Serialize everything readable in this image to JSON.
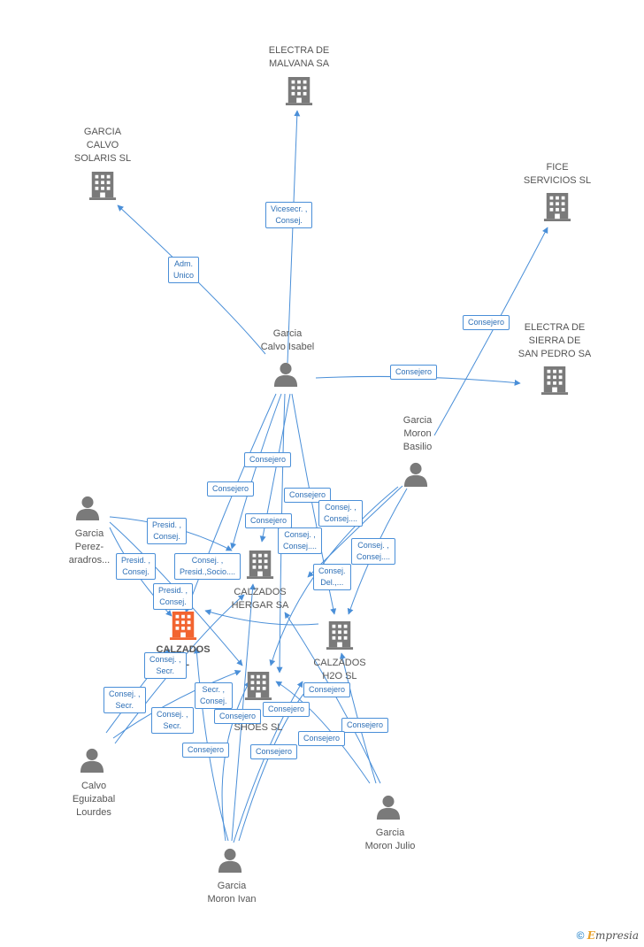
{
  "colors": {
    "edge": "#4a8fd8",
    "node": "#7a7a7a",
    "highlight": "#f26430",
    "label_text": "#2d6fb6"
  },
  "nodes": [
    {
      "id": "electra_malvana",
      "kind": "company",
      "lines": [
        "ELECTRA DE",
        "MALVANA SA"
      ]
    },
    {
      "id": "garcia_calvo_solaris",
      "kind": "company",
      "lines": [
        "GARCIA",
        "CALVO",
        "SOLARIS SL"
      ]
    },
    {
      "id": "fice",
      "kind": "company",
      "lines": [
        "FICE",
        "SERVICIOS SL"
      ]
    },
    {
      "id": "electra_sierra",
      "kind": "company",
      "lines": [
        "ELECTRA DE",
        "SIERRA DE",
        "SAN PEDRO SA"
      ]
    },
    {
      "id": "garcia_calvo_isabel",
      "kind": "person",
      "lines": [
        "Garcia",
        "Calvo Isabel"
      ]
    },
    {
      "id": "garcia_moron_basilio",
      "kind": "person",
      "lines": [
        "Garcia",
        "Moron",
        "Basilio"
      ]
    },
    {
      "id": "garcia_perez",
      "kind": "person",
      "lines": [
        "Garcia",
        "Perez-",
        "aradros..."
      ]
    },
    {
      "id": "calzados_hergar",
      "kind": "company",
      "lines": [
        "CALZADOS",
        "HERGAR SA"
      ]
    },
    {
      "id": "calzados_main",
      "kind": "main",
      "lines": [
        "CALZADOS",
        "SL"
      ]
    },
    {
      "id": "calzados_h2o",
      "kind": "company",
      "lines": [
        "CALZADOS",
        "H2O SL"
      ]
    },
    {
      "id": "shoes",
      "kind": "company",
      "lines": [
        "SHOES SL"
      ]
    },
    {
      "id": "calvo_eguizabal",
      "kind": "person",
      "lines": [
        "Calvo",
        "Eguizabal",
        "Lourdes"
      ]
    },
    {
      "id": "garcia_moron_julio",
      "kind": "person",
      "lines": [
        "Garcia",
        "Moron Julio"
      ]
    },
    {
      "id": "garcia_moron_ivan",
      "kind": "person",
      "lines": [
        "Garcia",
        "Moron Ivan"
      ]
    }
  ],
  "edge_labels": [
    {
      "lines": [
        "Vicesecr. ,",
        "Consej."
      ]
    },
    {
      "lines": [
        "Adm.",
        "Unico"
      ]
    },
    {
      "lines": [
        "Consejero"
      ]
    },
    {
      "lines": [
        "Consejero"
      ]
    },
    {
      "lines": [
        "Consejero"
      ]
    },
    {
      "lines": [
        "Consejero"
      ]
    },
    {
      "lines": [
        "Consejero"
      ]
    },
    {
      "lines": [
        "Consej. ,",
        "Consej...."
      ]
    },
    {
      "lines": [
        "Consejero"
      ]
    },
    {
      "lines": [
        "Presid. ,",
        "Consej."
      ]
    },
    {
      "lines": [
        "Consej. ,",
        "Consej...."
      ]
    },
    {
      "lines": [
        "Consej. ,",
        "Consej...."
      ]
    },
    {
      "lines": [
        "Presid. ,",
        "Consej."
      ]
    },
    {
      "lines": [
        "Consej. ,",
        "Presid.,Socio...."
      ]
    },
    {
      "lines": [
        "Consej.",
        "Del.,..."
      ]
    },
    {
      "lines": [
        "Presid. ,",
        "Consej."
      ]
    },
    {
      "lines": [
        "Consej. ,",
        "Secr."
      ]
    },
    {
      "lines": [
        "Secr. ,",
        "Consej."
      ]
    },
    {
      "lines": [
        "Consejero"
      ]
    },
    {
      "lines": [
        "Consej. ,",
        "Secr."
      ]
    },
    {
      "lines": [
        "Consej. ,",
        "Secr."
      ]
    },
    {
      "lines": [
        "Consejero"
      ]
    },
    {
      "lines": [
        "Consejero"
      ]
    },
    {
      "lines": [
        "Consejero"
      ]
    },
    {
      "lines": [
        "Consejero"
      ]
    },
    {
      "lines": [
        "Consejero"
      ]
    },
    {
      "lines": [
        "Consejero"
      ]
    }
  ],
  "footer": {
    "copyright": "©",
    "brand_first": "E",
    "brand_rest": "mpresia"
  }
}
